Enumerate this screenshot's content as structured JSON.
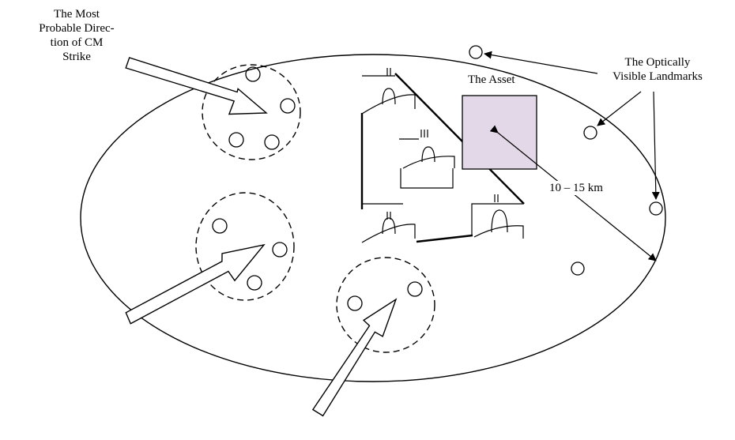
{
  "labels": {
    "strike_direction_line1": "The Most",
    "strike_direction_line2": "Probable Direc-",
    "strike_direction_line3": "tion of CM",
    "strike_direction_line4": "Strike",
    "asset": "The Asset",
    "landmarks_line1": "The Optically",
    "landmarks_line2": "Visible Landmarks",
    "distance": "10 – 15 km"
  },
  "colors": {
    "stroke": "#000000",
    "asset_fill": "#e2d8e8",
    "background": "#ffffff"
  }
}
